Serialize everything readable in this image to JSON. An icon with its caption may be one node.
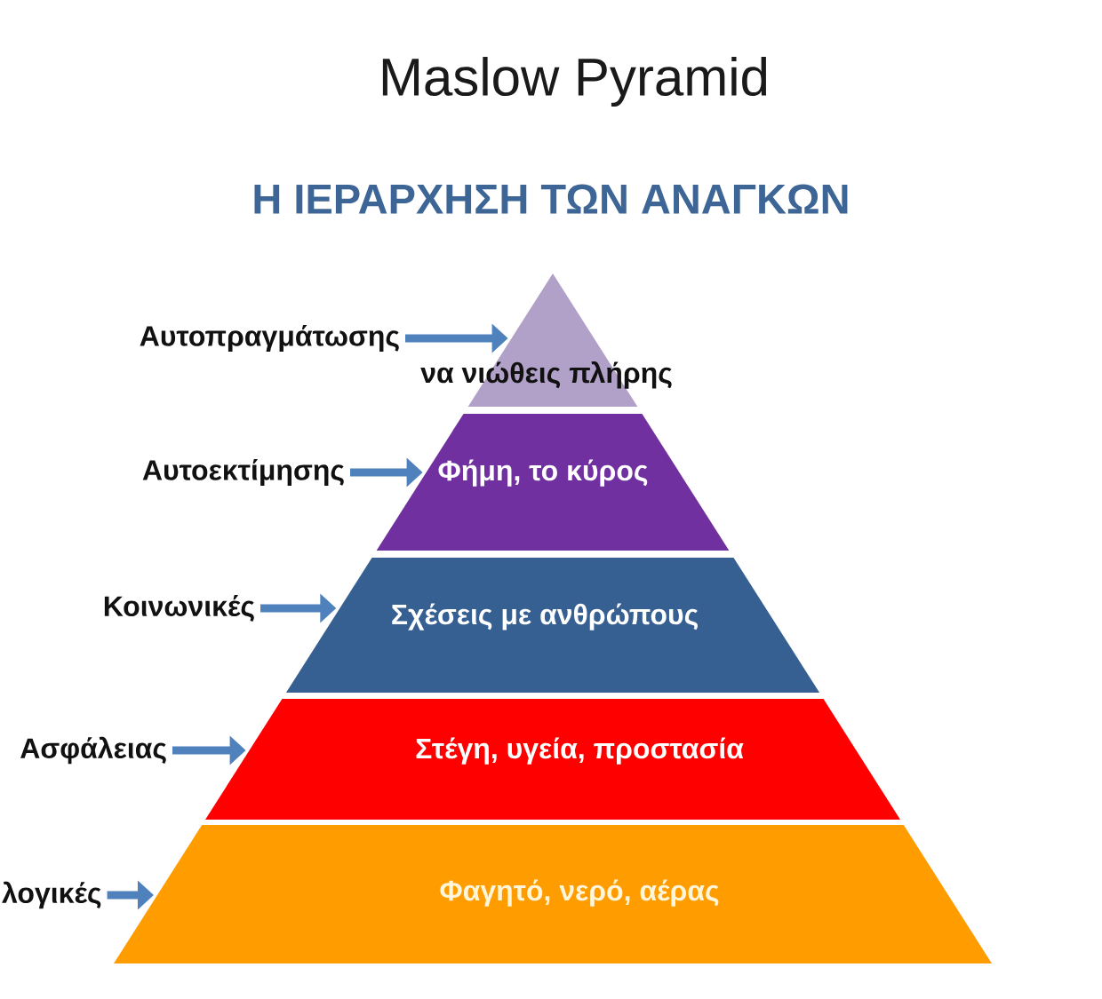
{
  "diagram": {
    "title": "Maslow Pyramid",
    "nodes": [
      {
        "text": [
          "να νιώθεις πλήρης"
        ]
      },
      {
        "text": [
          "Φήμη, το κύρος"
        ]
      },
      {
        "text": [
          "Σχέσεις με ανθρώπους"
        ]
      },
      {
        "text": [
          "Στέγη, υγεία, προστασία"
        ]
      },
      {
        "text": [
          "Φαγητό, νερό, αέρας"
        ]
      },
      {
        "text": [
          "Αυτοπραγμάτωσης"
        ]
      },
      {
        "text": [
          "Αυτοεκτίμησης"
        ]
      },
      {
        "text": [
          "Κοινωνικές"
        ]
      },
      {
        "text": [
          "Ασφάλειας"
        ]
      },
      {
        "text": [
          "λογικές"
        ]
      }
    ],
    "edges": [
      {
        "from": 5,
        "to": 0,
        "arrow": "to"
      },
      {
        "from": 6,
        "to": 1,
        "arrow": "to"
      },
      {
        "from": 7,
        "to": 2,
        "arrow": "to"
      },
      {
        "from": 8,
        "to": 3,
        "arrow": "to"
      },
      {
        "from": 9,
        "to": 4,
        "arrow": "to"
      }
    ],
    "labels": [
      "Η ΙΕΡΑΡΧΗΣΗ ΤΩΝ ΑΝΑΓΚΩΝ"
    ]
  }
}
